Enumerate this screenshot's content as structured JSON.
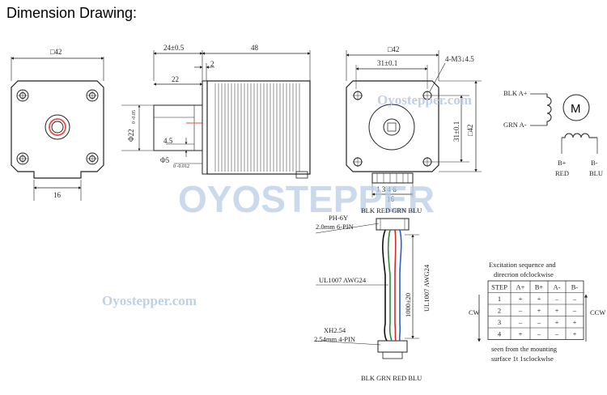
{
  "title": "Dimension Drawing:",
  "front_view": {
    "width_label": "□42",
    "tab_label": "16"
  },
  "side_view": {
    "shaft_len_label": "24±0.5",
    "body_len_label": "48",
    "flange_label": "2",
    "flat_len_label": "22",
    "shaft_dia_label": "Φ22",
    "shaft_dia_tol": "0 -0.05",
    "flat_depth_label": "4.5",
    "shaft5_label": "Φ5",
    "shaft5_tol": "0 -0.012"
  },
  "rear_view": {
    "width_label": "□42",
    "hole_spacing_label": "31±0.1",
    "holes_label": "4-M3↓4.5",
    "vert_spacing_label": "31±0.1",
    "height_label": "□42",
    "pins_label": "1 3 4 6",
    "tab_label": "16"
  },
  "motor_schematic": {
    "blk_label": "BLK A+",
    "grn_label": "GRN A-",
    "motor_label": "M",
    "bplus_label": "B+",
    "bminus_label": "B-",
    "red_label": "RED",
    "blu_label": "BLU"
  },
  "cable": {
    "top_colors_label": "BLK RED GRN BLU",
    "connector1_name": "PH-6Y",
    "connector1_desc": "2.0mm 6-PIN",
    "wire_label": "UL1007 AWG24",
    "length_label": "1000±20",
    "wire_label_vertical": "UL1007 AWG24",
    "connector2_name": "XH2.54",
    "connector2_desc": "2.54mm 4-PIN",
    "bottom_colors_label": "BLK GRN RED BLU",
    "wire_colors": [
      "#111111",
      "#2e8b3c",
      "#d22a2a",
      "#2a5fd0"
    ]
  },
  "excitation": {
    "title_line1": "Excitation sequence and",
    "title_line2": "direcrion ofclockwise",
    "headers": [
      "STEP",
      "A+",
      "B+",
      "A-",
      "B-"
    ],
    "rows": [
      [
        "1",
        "+",
        "+",
        "–",
        "–"
      ],
      [
        "2",
        "–",
        "+",
        "+",
        "–"
      ],
      [
        "3",
        "–",
        "–",
        "+",
        "+"
      ],
      [
        "4",
        "+",
        "–",
        "–",
        "+"
      ]
    ],
    "cw_label": "CW",
    "ccw_label": "CCW",
    "note_line1": "seen from the mounting",
    "note_line2": "surface 1t 1sclockwlse"
  },
  "watermarks": {
    "big": "OYOSTEPPER",
    "small_top": "Oyostepper.com",
    "small_mid": "Oyostepper.com"
  }
}
